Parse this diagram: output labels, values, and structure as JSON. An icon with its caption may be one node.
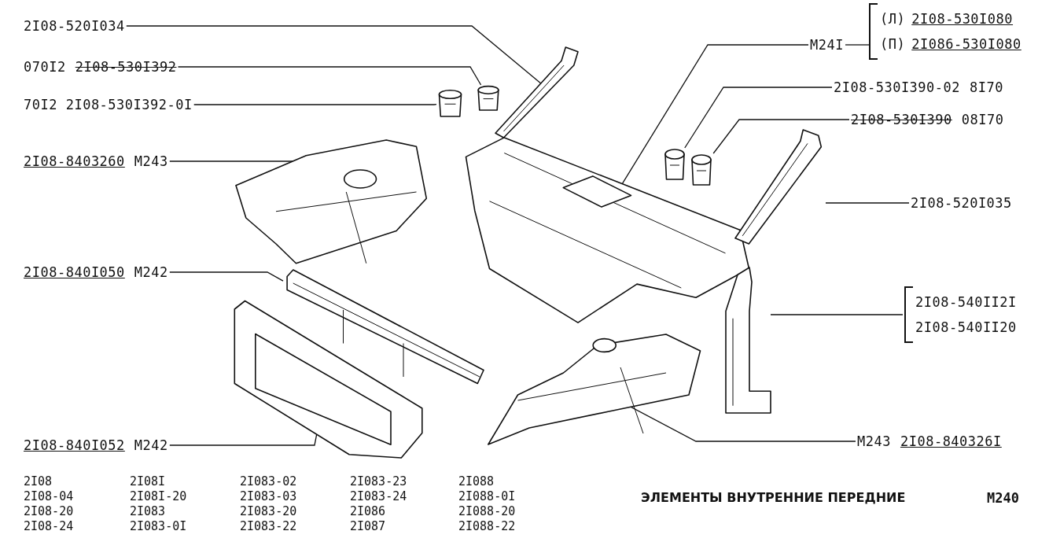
{
  "diagram": {
    "caption": "ЭЛЕМЕНТЫ ВНУТРЕННИЕ ПЕРЕДНИЕ",
    "nodes": [
      {
        "text": [
          "2I08-520I034"
        ]
      },
      {
        "text": [
          "070I2",
          "2I08-530I392"
        ]
      },
      {
        "text": [
          "70I2 2I08-530I392-0I"
        ]
      },
      {
        "text": [
          "2I08-8403260",
          "M243"
        ]
      },
      {
        "text": [
          "2I08-840I050",
          "M242"
        ]
      },
      {
        "text": [
          "2I08-840I052",
          "M242"
        ]
      },
      {
        "text": [
          "M24I"
        ]
      },
      {
        "text": [
          "(Л)",
          "2I08-530I080",
          "(П)",
          "2I086-530I080"
        ]
      },
      {
        "text": [
          "2I08-530I390-02",
          "8I70"
        ]
      },
      {
        "text": [
          "2I08-530I390",
          "08I70"
        ]
      },
      {
        "text": [
          "2I08-520I035"
        ]
      },
      {
        "text": [
          "2I08-540II2I",
          "2I08-540II20"
        ]
      },
      {
        "text": [
          "M243",
          "2I08-840326I"
        ]
      },
      {
        "text": [],
        "shape": "picture"
      },
      {
        "text": [],
        "shape": "picture"
      },
      {
        "text": [],
        "shape": "picture"
      },
      {
        "text": [],
        "shape": "picture"
      },
      {
        "text": [],
        "shape": "picture"
      },
      {
        "text": [],
        "shape": "picture"
      },
      {
        "text": [],
        "shape": "picture"
      },
      {
        "text": [],
        "shape": "picture"
      },
      {
        "text": [],
        "shape": "picture"
      },
      {
        "text": [],
        "shape": "picture"
      },
      {
        "text": [],
        "shape": "picture"
      },
      {
        "text": [],
        "shape": "picture"
      }
    ],
    "edges": [
      {
        "from": 0,
        "to": 13,
        "arrow": "none"
      },
      {
        "from": 1,
        "to": 14,
        "arrow": "none"
      },
      {
        "from": 2,
        "to": 15,
        "arrow": "none"
      },
      {
        "from": 3,
        "to": 16,
        "arrow": "none"
      },
      {
        "from": 4,
        "to": 17,
        "arrow": "none"
      },
      {
        "from": 5,
        "to": 18,
        "arrow": "none"
      },
      {
        "from": 6,
        "to": 19,
        "arrow": "none"
      },
      {
        "from": 6,
        "to": 7,
        "arrow": "none"
      },
      {
        "from": 8,
        "to": 20,
        "arrow": "none"
      },
      {
        "from": 9,
        "to": 21,
        "arrow": "none"
      },
      {
        "from": 10,
        "to": 22,
        "arrow": "none"
      },
      {
        "from": 11,
        "to": 23,
        "arrow": "none"
      },
      {
        "from": 12,
        "to": 24,
        "arrow": "none"
      }
    ],
    "labels": [
      "2I08",
      "2I08I",
      "2I083-02",
      "2I083-23",
      "2I088",
      "2I08-04",
      "2I08I-20",
      "2I083-03",
      "2I083-24",
      "2I088-0I",
      "2I08-20",
      "2I083",
      "2I083-20",
      "2I086",
      "2I088-20",
      "2I08-24",
      "2I083-0I",
      "2I083-22",
      "2I087",
      "2I088-22",
      "M240"
    ]
  }
}
